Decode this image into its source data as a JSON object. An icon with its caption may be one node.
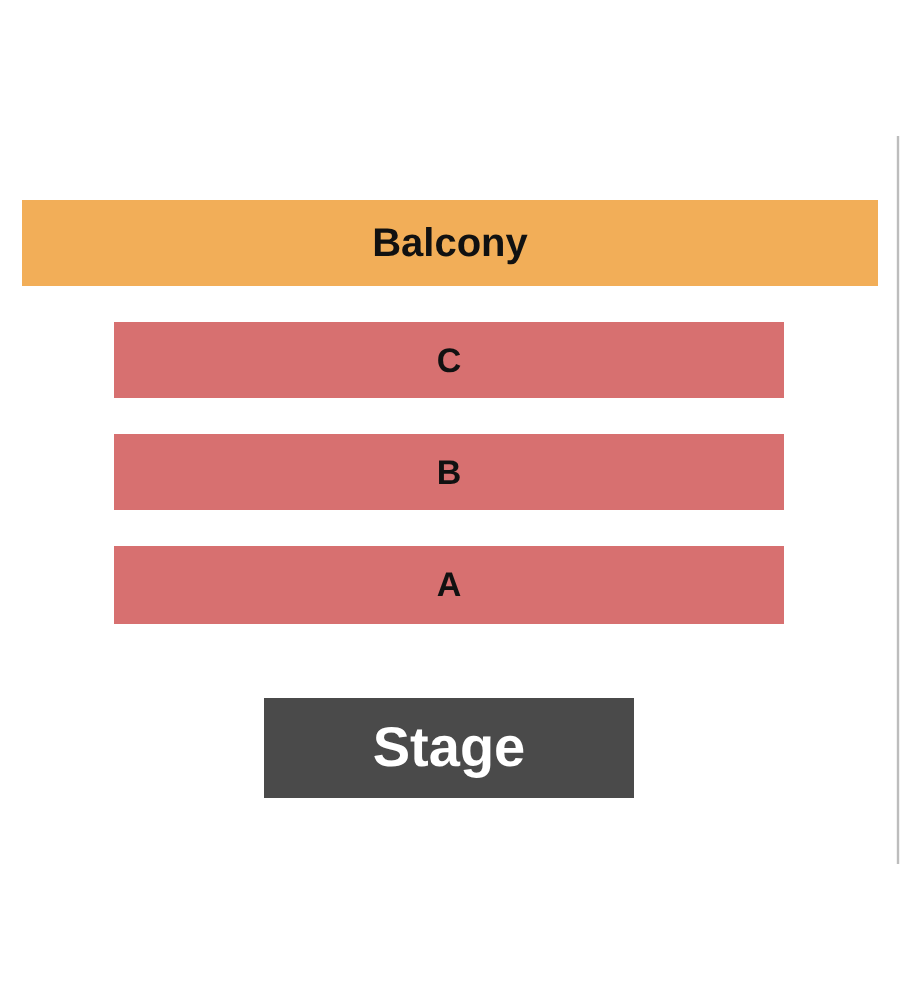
{
  "diagram": {
    "nodes": [
      {
        "text": [
          "Balcony"
        ]
      },
      {
        "text": [
          "C"
        ]
      },
      {
        "text": [
          "B"
        ]
      },
      {
        "text": [
          "A"
        ]
      },
      {
        "text": [
          "Stage"
        ]
      }
    ]
  }
}
